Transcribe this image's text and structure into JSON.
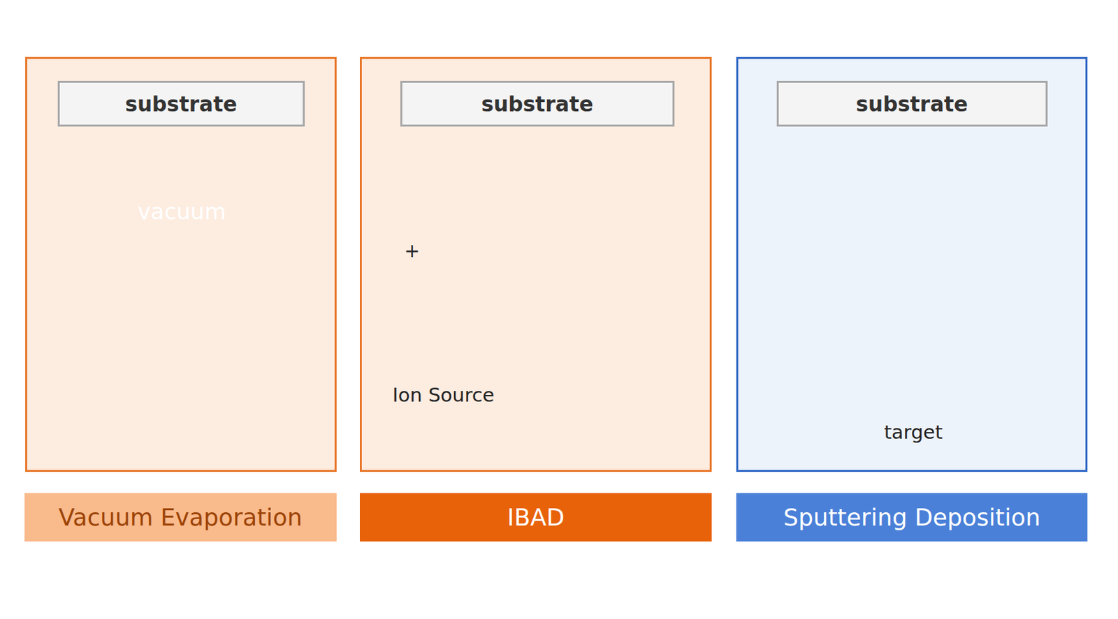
{
  "diagram": {
    "nodes": [
      {
        "text": [
          "vacuum"
        ]
      },
      {
        "text": [
          "substrate"
        ],
        "in": 0
      },
      {
        "text": [
          "+",
          "Ion Source"
        ]
      },
      {
        "text": [
          "substrate"
        ],
        "in": 2
      },
      {
        "text": [
          "target"
        ]
      },
      {
        "text": [
          "substrate"
        ],
        "in": 4
      },
      {
        "text": [
          "Vacuum Evaporation"
        ]
      },
      {
        "text": [
          "IBAD"
        ]
      },
      {
        "text": [
          "Sputtering Deposition"
        ]
      }
    ]
  }
}
